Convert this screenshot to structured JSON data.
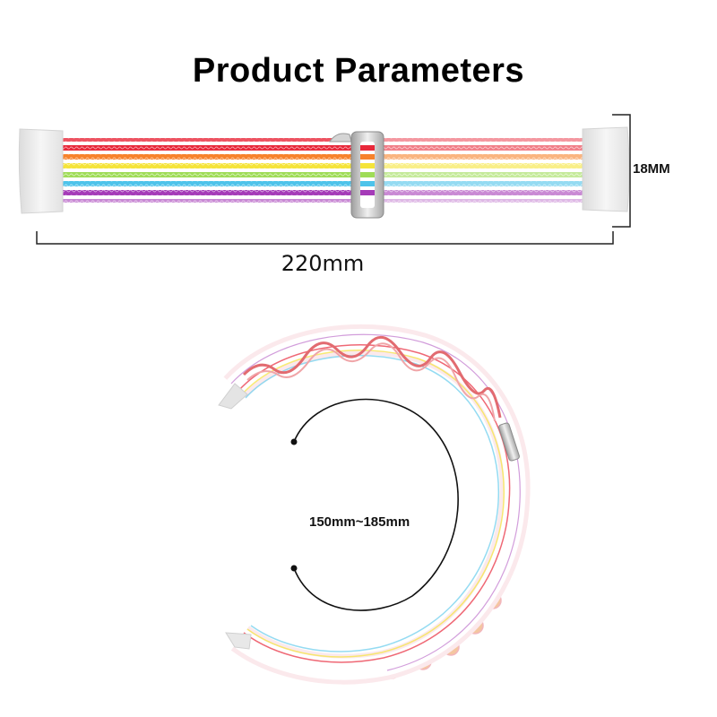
{
  "header": {
    "title": "Product Parameters"
  },
  "dimensions": {
    "length_label": "220mm",
    "width_label": "18MM",
    "wrist_range_label": "150mm~185mm"
  },
  "strap": {
    "stripe_colors": [
      "#e8283a",
      "#f7822b",
      "#f5e43a",
      "#9fdc57",
      "#4dc3ea",
      "#a53bb8"
    ],
    "connector_color": "#ececec",
    "buckle_color": "#c9c9c9",
    "dimension_line_color": "#222222"
  }
}
